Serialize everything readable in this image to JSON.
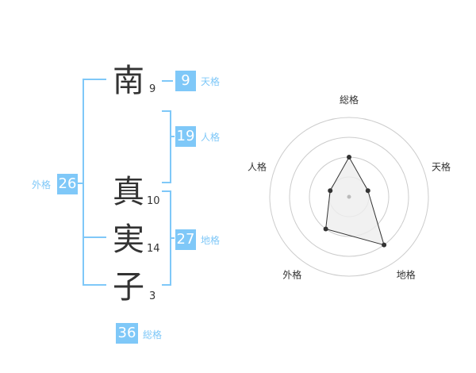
{
  "name": {
    "characters": [
      {
        "char": "南",
        "strokes": "9"
      },
      {
        "char": "真",
        "strokes": "10"
      },
      {
        "char": "実",
        "strokes": "14"
      },
      {
        "char": "子",
        "strokes": "3"
      }
    ]
  },
  "kakusu": {
    "tenkaku": {
      "value": "9",
      "label": "天格"
    },
    "jinkaku": {
      "value": "19",
      "label": "人格"
    },
    "chikaku": {
      "value": "27",
      "label": "地格"
    },
    "gaikaku": {
      "value": "26",
      "label": "外格"
    },
    "soukaku": {
      "value": "36",
      "label": "総格"
    }
  },
  "colors": {
    "accent": "#7fc8f8",
    "text": "#333333",
    "grid": "#cccccc"
  },
  "chart_data": {
    "type": "radar",
    "axes": [
      "総格",
      "天格",
      "地格",
      "外格",
      "人格"
    ],
    "rings": 4,
    "max": 4,
    "values": [
      2,
      1,
      3,
      2,
      1
    ],
    "grid": true
  }
}
